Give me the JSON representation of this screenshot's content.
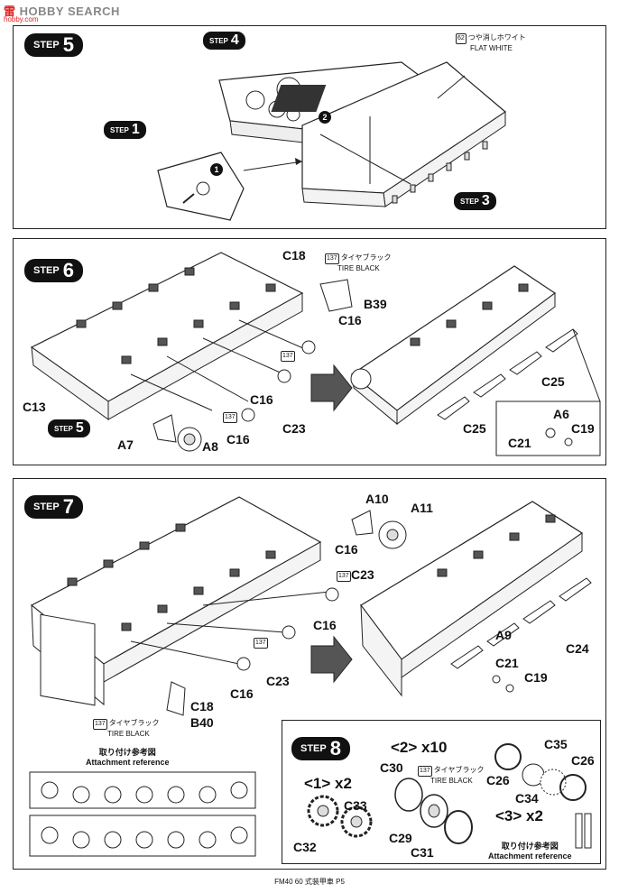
{
  "watermark": {
    "brand_a": "雷",
    "brand_b": "HOBBY SEARCH",
    "url": "hobby.com"
  },
  "step5": {
    "word": "STEP",
    "number": "5",
    "sub_steps": [
      {
        "word": "STEP",
        "number": "4"
      },
      {
        "word": "STEP",
        "number": "1"
      },
      {
        "word": "STEP",
        "number": "3"
      }
    ],
    "markers": [
      "1",
      "2"
    ],
    "paint": {
      "code": "62",
      "jp": "つや消しホワイト",
      "en": "FLAT WHITE"
    }
  },
  "step6": {
    "word": "STEP",
    "number": "6",
    "sub_step": {
      "word": "STEP",
      "number": "5"
    },
    "paint": {
      "code": "137",
      "jp": "タイヤブラック",
      "en": "TIRE BLACK"
    },
    "parts": {
      "c18": "C18",
      "b39": "B39",
      "c16_a": "C16",
      "c16_b": "C16",
      "c16_c": "C16",
      "c13": "C13",
      "c23": "C23",
      "a7": "A7",
      "a8": "A8",
      "c25_a": "C25",
      "c25_b": "C25",
      "a6": "A6",
      "c19": "C19",
      "c21": "C21"
    },
    "paint_codes": [
      "137",
      "137"
    ]
  },
  "step7": {
    "word": "STEP",
    "number": "7",
    "paint": {
      "code": "137",
      "jp": "タイヤブラック",
      "en": "TIRE BLACK"
    },
    "parts": {
      "a10": "A10",
      "a11": "A11",
      "c16_a": "C16",
      "c23_a": "C23",
      "c16_b": "C16",
      "c23_b": "C23",
      "c16_c": "C16",
      "c18": "C18",
      "b40": "B40",
      "a9": "A9",
      "c24": "C24",
      "c21": "C21",
      "c19": "C19"
    },
    "paint_codes": [
      "137",
      "137"
    ],
    "attach": {
      "jp": "取り付け参考図",
      "en": "Attachment reference"
    }
  },
  "step8": {
    "word": "STEP",
    "number": "8",
    "qty_1": "<1> x2",
    "qty_2": "<2> x10",
    "qty_3": "<3> x2",
    "paint": {
      "code": "137",
      "jp": "タイヤブラック",
      "en": "TIRE BLACK"
    },
    "parts": {
      "c33": "C33",
      "c32": "C32",
      "c30": "C30",
      "c29": "C29",
      "c31": "C31",
      "c35": "C35",
      "c26_a": "C26",
      "c26_b": "C26",
      "c34": "C34"
    },
    "attach": {
      "jp": "取り付け参考図",
      "en": "Attachment reference"
    }
  },
  "footer": "FM40 60 式装甲車 P5"
}
